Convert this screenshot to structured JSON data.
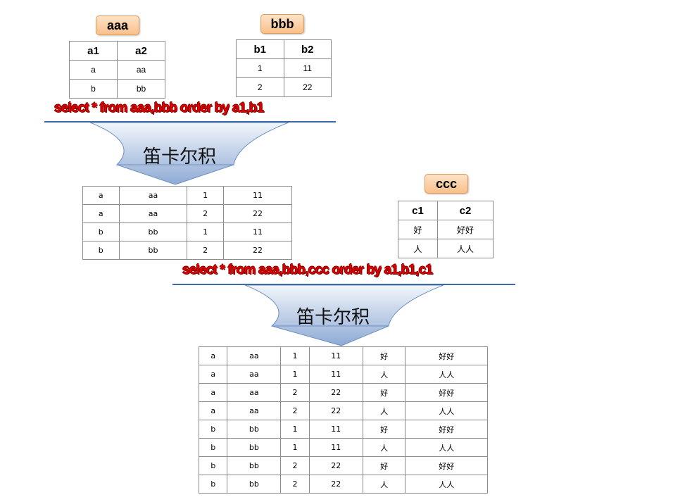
{
  "tables": {
    "aaa": {
      "name": "aaa",
      "headers": [
        "a1",
        "a2"
      ],
      "rows": [
        [
          "a",
          "aa"
        ],
        [
          "b",
          "bb"
        ]
      ]
    },
    "bbb": {
      "name": "bbb",
      "headers": [
        "b1",
        "b2"
      ],
      "rows": [
        [
          "1",
          "11"
        ],
        [
          "2",
          "22"
        ]
      ]
    },
    "ccc": {
      "name": "ccc",
      "headers": [
        "c1",
        "c2"
      ],
      "rows": [
        [
          "好",
          "好好"
        ],
        [
          "人",
          "人人"
        ]
      ]
    }
  },
  "queries": {
    "q1": "select * from aaa,bbb order by a1,b1",
    "q2": "select * from aaa,bbb,ccc order by a1,b1,c1"
  },
  "arrows": {
    "label1": "笛卡尔积",
    "label2": "笛卡尔积"
  },
  "results": {
    "r1": [
      [
        "a",
        "aa",
        "1",
        "11"
      ],
      [
        "a",
        "aa",
        "2",
        "22"
      ],
      [
        "b",
        "bb",
        "1",
        "11"
      ],
      [
        "b",
        "bb",
        "2",
        "22"
      ]
    ],
    "r2": [
      [
        "a",
        "aa",
        "1",
        "11",
        "好",
        "好好"
      ],
      [
        "a",
        "aa",
        "1",
        "11",
        "人",
        "人人"
      ],
      [
        "a",
        "aa",
        "2",
        "22",
        "好",
        "好好"
      ],
      [
        "a",
        "aa",
        "2",
        "22",
        "人",
        "人人"
      ],
      [
        "b",
        "bb",
        "1",
        "11",
        "好",
        "好好"
      ],
      [
        "b",
        "bb",
        "1",
        "11",
        "人",
        "人人"
      ],
      [
        "b",
        "bb",
        "2",
        "22",
        "好",
        "好好"
      ],
      [
        "b",
        "bb",
        "2",
        "22",
        "人",
        "人人"
      ]
    ]
  },
  "colors": {
    "sql_text": "#e00000",
    "line": "#3d6aa3",
    "arrow_top": "#f2f6fb",
    "arrow_bottom": "#8eaad4",
    "tag_fill": "#f9c08a"
  }
}
